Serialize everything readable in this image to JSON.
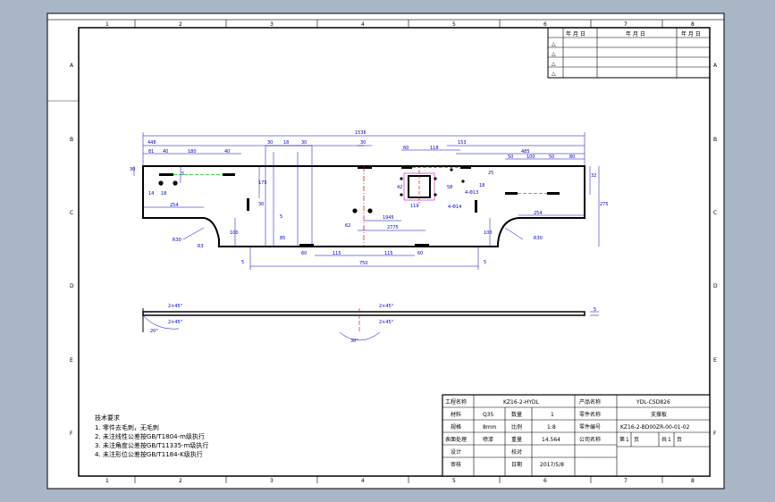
{
  "border": {
    "columns": [
      "1",
      "2",
      "3",
      "4",
      "5",
      "6",
      "7",
      "8"
    ],
    "rows": [
      "A",
      "B",
      "C",
      "D",
      "E",
      "F"
    ]
  },
  "revision_table": {
    "symbol": "△",
    "date_header": "年 月 日"
  },
  "title_block": {
    "project_label": "工程名称",
    "project_value": "KZ16-2-HYDL",
    "drawing_no_label": "产品名称",
    "drawing_no_value": "YDL-CSD826",
    "material_label": "材料",
    "material_value": "Q35",
    "qty_label": "数量",
    "qty_value": "1",
    "part_name_label": "零件名称",
    "part_name_value": "支撑板",
    "thickness_label": "规格",
    "thickness_value": "8mm",
    "scale_label": "比例",
    "scale_value": "1:8",
    "part_code_label": "零件编号",
    "part_code_value": "KZ16-2-BD00ZR-00-01-02",
    "surface_label": "表面处理",
    "surface_value": "喷漆",
    "weight_label": "重量",
    "weight_value": "14.564",
    "company_label": "公司名称",
    "sheet_label": "第",
    "sheet_value": "1",
    "page_unit": "页",
    "total_label": "共",
    "total_value": "1",
    "designer_label": "设计",
    "checker_label": "校对",
    "approver_label": "审核",
    "date_label": "日期",
    "date_value": "2017/5/8"
  },
  "tech_notes": {
    "title": "技术要求",
    "items": [
      "1. 零件去毛刺，无毛刺",
      "2. 未注线性公差按GB/T1804-m级执行",
      "3. 未注角度公差按GB/T11335-m级执行",
      "4. 未注形位公差按GB/T1184-K级执行"
    ]
  },
  "dimensions": {
    "overall_length": "1536",
    "left_offset": "448",
    "seg_81": "81",
    "seg_40a": "40",
    "seg_180": "180",
    "seg_40b": "40",
    "seg_30a": "30",
    "seg_18": "18",
    "seg_30b": "30",
    "seg_30c": "30",
    "seg_60": "60",
    "seg_118": "118",
    "seg_153": "153",
    "seg_485": "485",
    "seg_50a": "50",
    "seg_100": "100",
    "seg_50b": "50",
    "seg_80": "80",
    "dim_32": "32",
    "dim_275": "275",
    "dim_254a": "254",
    "dim_254b": "254",
    "dim_R30a": "R30",
    "dim_R3": "R3",
    "dim_R30b": "R30",
    "dim_100a": "100",
    "dim_100b": "100",
    "dim_5a": "5",
    "dim_5b": "5",
    "dim_115": "115",
    "dim_750": "750",
    "dim_119": "119",
    "dim_60b": "60",
    "dim_1945": "1945",
    "dim_2775": "2775",
    "dim_42": "42",
    "dim_58": "58",
    "dim_4x14": "4-Φ14",
    "dim_4x13": "4-Φ13",
    "dim_30d": "30",
    "dim_14d": "14",
    "dim_18d": "18",
    "dim_5side": "5",
    "dim_62": "62",
    "dim_175": "175",
    "dim_30v": "30",
    "dim_5mm": "5",
    "dim_18b": "18",
    "dim_85": "85",
    "dim_25": "25",
    "dim_2x": "2×45°",
    "dim_2x2": "2×45°",
    "dim_20deg": "20°",
    "dim_30deg": "30°",
    "dim_t5": "5"
  }
}
